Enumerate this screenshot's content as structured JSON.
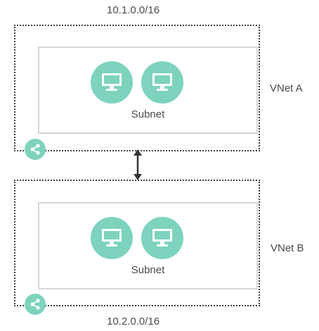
{
  "vnet_a": {
    "cidr": "10.1.0.0/16",
    "label": "VNet A",
    "subnet_label": "Subnet",
    "vm_icons": [
      "monitor-icon",
      "monitor-icon"
    ],
    "gateway_icon": "share-network-icon"
  },
  "vnet_b": {
    "cidr": "10.2.0.0/16",
    "label": "VNet B",
    "subnet_label": "Subnet",
    "vm_icons": [
      "monitor-icon",
      "monitor-icon"
    ],
    "gateway_icon": "share-network-icon"
  },
  "connection_icon": "double-arrow-icon",
  "colors": {
    "icon_fill": "#7dd3bd",
    "border": "#3f3f3f",
    "subnet_border": "#d6d6d6",
    "text": "#4a4a4a"
  }
}
